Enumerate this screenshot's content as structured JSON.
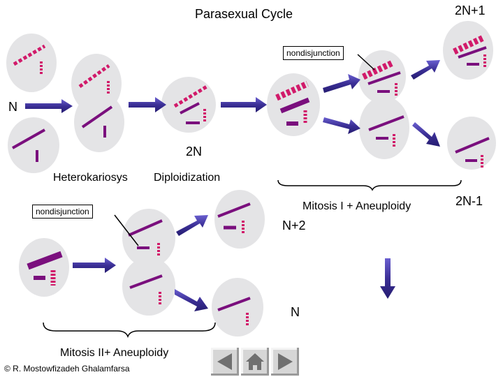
{
  "title": "Parasexual Cycle",
  "labels": {
    "n_left": "N",
    "two_n": "2N",
    "heterokaryosis": "Heterokariosys",
    "diploidization": "Diploidization",
    "two_n_plus_1": "2N+1",
    "two_n_minus_1": "2N-1",
    "mitosis_1": "Mitosis I + Aneuploidy",
    "n_plus_2": "N+2",
    "n_bottom": "N",
    "mitosis_2": "Mitosis II+ Aneuploidy"
  },
  "callouts": {
    "top": "nondisjunction",
    "left": "nondisjunction"
  },
  "copyright": "© R. Mostowfizadeh Ghalamfarsa",
  "nav": {
    "prev_icon": "triangle-left-icon",
    "home_icon": "home-icon",
    "next_icon": "triangle-right-icon"
  },
  "colors": {
    "cell": "#e4e4e6",
    "chromosome": "#7a0f7d",
    "chromosome_alt": "#d11a6a",
    "arrow": "#3b2f96",
    "nav_button": "#d6d6d6",
    "nav_glyph": "#707070"
  }
}
